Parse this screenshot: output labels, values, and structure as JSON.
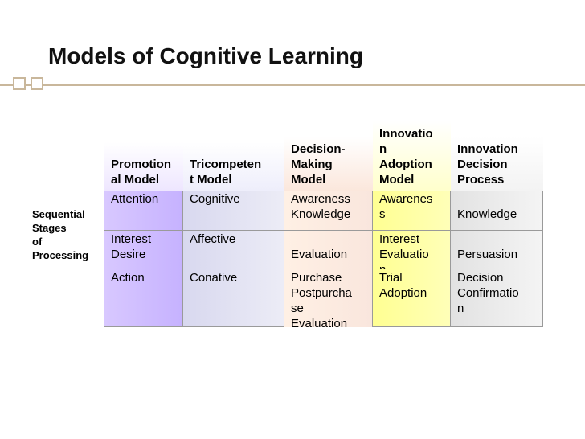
{
  "title": "Models of Cognitive Learning",
  "side_label": "Sequential\nStages\nof\nProcessing",
  "headers": [
    "Promotion\nal Model",
    "Tricompeten\nt Model",
    "Decision-\nMaking\nModel",
    "Innovatio\nn\nAdoption\nModel",
    "Innovation\nDecision\nProcess"
  ],
  "rows": [
    [
      "Attention",
      "Cognitive",
      "Awareness\nKnowledge",
      "Awarenes\ns",
      "\nKnowledge"
    ],
    [
      "Interest\nDesire",
      "Affective",
      "\nEvaluation",
      "Interest\nEvaluatio\nn",
      "\nPersuasion"
    ],
    [
      "Action",
      "Conative",
      "Purchase\nPostpurcha\nse\nEvaluation",
      "Trial\nAdoption",
      "Decision\nConfirmatio\nn"
    ]
  ],
  "colors": {
    "promotional": "#c6b2ff",
    "tricomponent": "#e3e3f3",
    "decision_making": "#fbe9de",
    "innovation_adoption": "#ffff99",
    "innovation_decision": "#ebebeb",
    "accent_line": "#c9b79b"
  }
}
